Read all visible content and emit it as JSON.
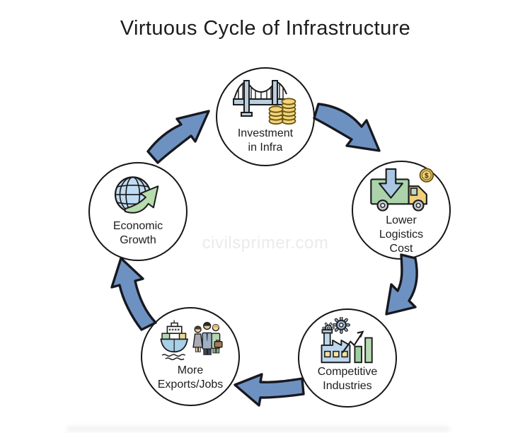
{
  "title": "Virtuous Cycle of Infrastructure",
  "watermark": "civilsprimer.com",
  "colors": {
    "arrow_fill": "#6d92c2",
    "arrow_outline": "#181820",
    "circle_outline": "#161616",
    "watermark_text": "#ebebeb",
    "coin_gold": "#f3d37c",
    "icon_blue": "#b9cede",
    "icon_green": "#a8d5b0"
  },
  "cycle": {
    "direction": "clockwise",
    "node_count": 5
  },
  "nodes": [
    {
      "id": "investment-in-infra",
      "label": "Investment in Infra",
      "label_lines": [
        "Investment",
        "in Infra"
      ],
      "icon": "bridge-and-coins-icon"
    },
    {
      "id": "lower-logistics-cost",
      "label": "Lower Logistics Cost",
      "label_lines": [
        "Lower",
        "Logistics",
        "Cost"
      ],
      "icon": "truck-cost-down-icon",
      "coin_symbol": "$"
    },
    {
      "id": "competitive-industries",
      "label": "Competitive Industries",
      "label_lines": [
        "Competitive",
        "Industries"
      ],
      "icon": "factory-growth-icon"
    },
    {
      "id": "more-exports-jobs",
      "label": "More Exports/Jobs",
      "label_lines": [
        "More",
        "Exports/Jobs"
      ],
      "icon": "ship-and-workers-icon"
    },
    {
      "id": "economic-growth",
      "label": "Economic Growth",
      "label_lines": [
        "Economic",
        "Growth"
      ],
      "icon": "globe-growth-arrow-icon"
    }
  ]
}
